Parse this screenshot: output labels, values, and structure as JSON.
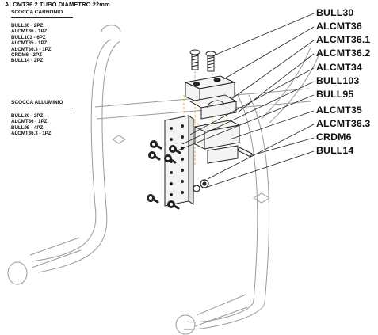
{
  "header": {
    "title": "ALCMT36.2 TUBO DIAMETRO 22mm"
  },
  "sections": [
    {
      "title": "SCOCCA CARBONIO",
      "items": [
        "BULL30 - 2PZ",
        "ALCMT36 - 1PZ",
        "BULL103 - 6PZ",
        "ALCMT35 - 1PZ",
        "ALCMT36.3 - 1PZ",
        "CRDM6 - 2PZ",
        "BULL14 - 2PZ"
      ]
    },
    {
      "title": "SCOCCA ALLUMINIO",
      "items": [
        "BULL30 - 2PZ",
        "ALCMT36 - 1PZ",
        "BULL95 - 4PZ",
        "ALCMT36.3 - 1PZ"
      ]
    }
  ],
  "callouts": [
    "BULL30",
    "ALCMT36",
    "ALCMT36.1",
    "ALCMT36.2",
    "ALCMT34",
    "BULL103",
    "BULL95",
    "ALCMT35",
    "ALCMT36.3",
    "CRDM6",
    "BULL14"
  ],
  "colors": {
    "line": "#333333",
    "explode": "#e8a030",
    "part": "#f4f4f4",
    "dark": "#222222"
  }
}
